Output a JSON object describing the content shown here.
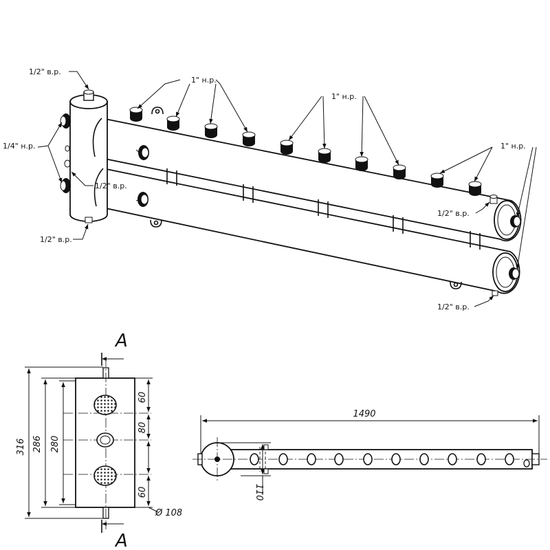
{
  "callouts": {
    "top_female_half": "1/2\" в.р.",
    "left_quarter_male": "1/4\" н.р.",
    "left_female_half": "1/2\" в.р.",
    "bottom_female_half": "1/2\" в.р.",
    "group1_male_one": "1\" н.р.",
    "group2_male_one": "1\" н.р.",
    "group3_male_one": "1\" н.р.",
    "right_female_half_top": "1/2\" в.р.",
    "right_female_half_bottom": "1/2\" в.р."
  },
  "section": {
    "label_top": "A",
    "label_bottom": "A"
  },
  "dimensions": {
    "total_height": "316",
    "body_height_outer": "286",
    "body_height_inner": "280",
    "offset_top": "60",
    "offset_middle": "80",
    "offset_bottom": "60",
    "diameter": "Ø 108",
    "total_length": "1490",
    "pipe_spacing": "110"
  }
}
